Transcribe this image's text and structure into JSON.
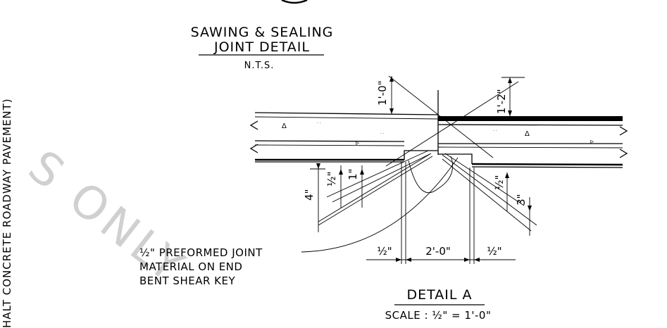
{
  "detail_title": {
    "line1": "SAWING & SEALING",
    "line2": "JOINT DETAIL",
    "scale": "N.T.S."
  },
  "sheet_title": {
    "label": "DETAIL A",
    "scale": "SCALE : ½\" = 1'-0\""
  },
  "callout": {
    "line1": "½\" PREFORMED JOINT",
    "line2": "MATERIAL ON END",
    "line3": "BENT SHEAR KEY"
  },
  "dimensions": {
    "left_rise": "1'-0\"",
    "right_rise": "1'-2\"",
    "left_4in": "4\"",
    "left_half": "½\"",
    "left_1in": "1\"",
    "right_half": "½\"",
    "right_3in": "3\"",
    "bottom_left_half": "½\"",
    "bottom_center": "2'-0\"",
    "bottom_right_half": "½\""
  },
  "side_text": "HALT CONCRETE ROADWAY PAVEMENT)",
  "watermark": "S ONLY"
}
